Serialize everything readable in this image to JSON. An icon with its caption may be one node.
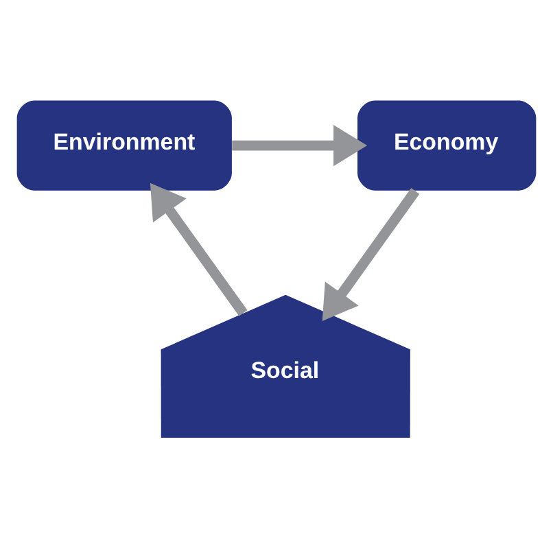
{
  "diagram": {
    "nodes": [
      {
        "text": [
          "Environment"
        ]
      },
      {
        "text": [
          "Economy"
        ]
      },
      {
        "text": [
          "Social"
        ]
      }
    ],
    "edges": [
      {
        "from": 0,
        "to": 1,
        "arrow": "to"
      },
      {
        "from": 1,
        "to": 2,
        "arrow": "to"
      },
      {
        "from": 2,
        "to": 0,
        "arrow": "to"
      }
    ]
  }
}
